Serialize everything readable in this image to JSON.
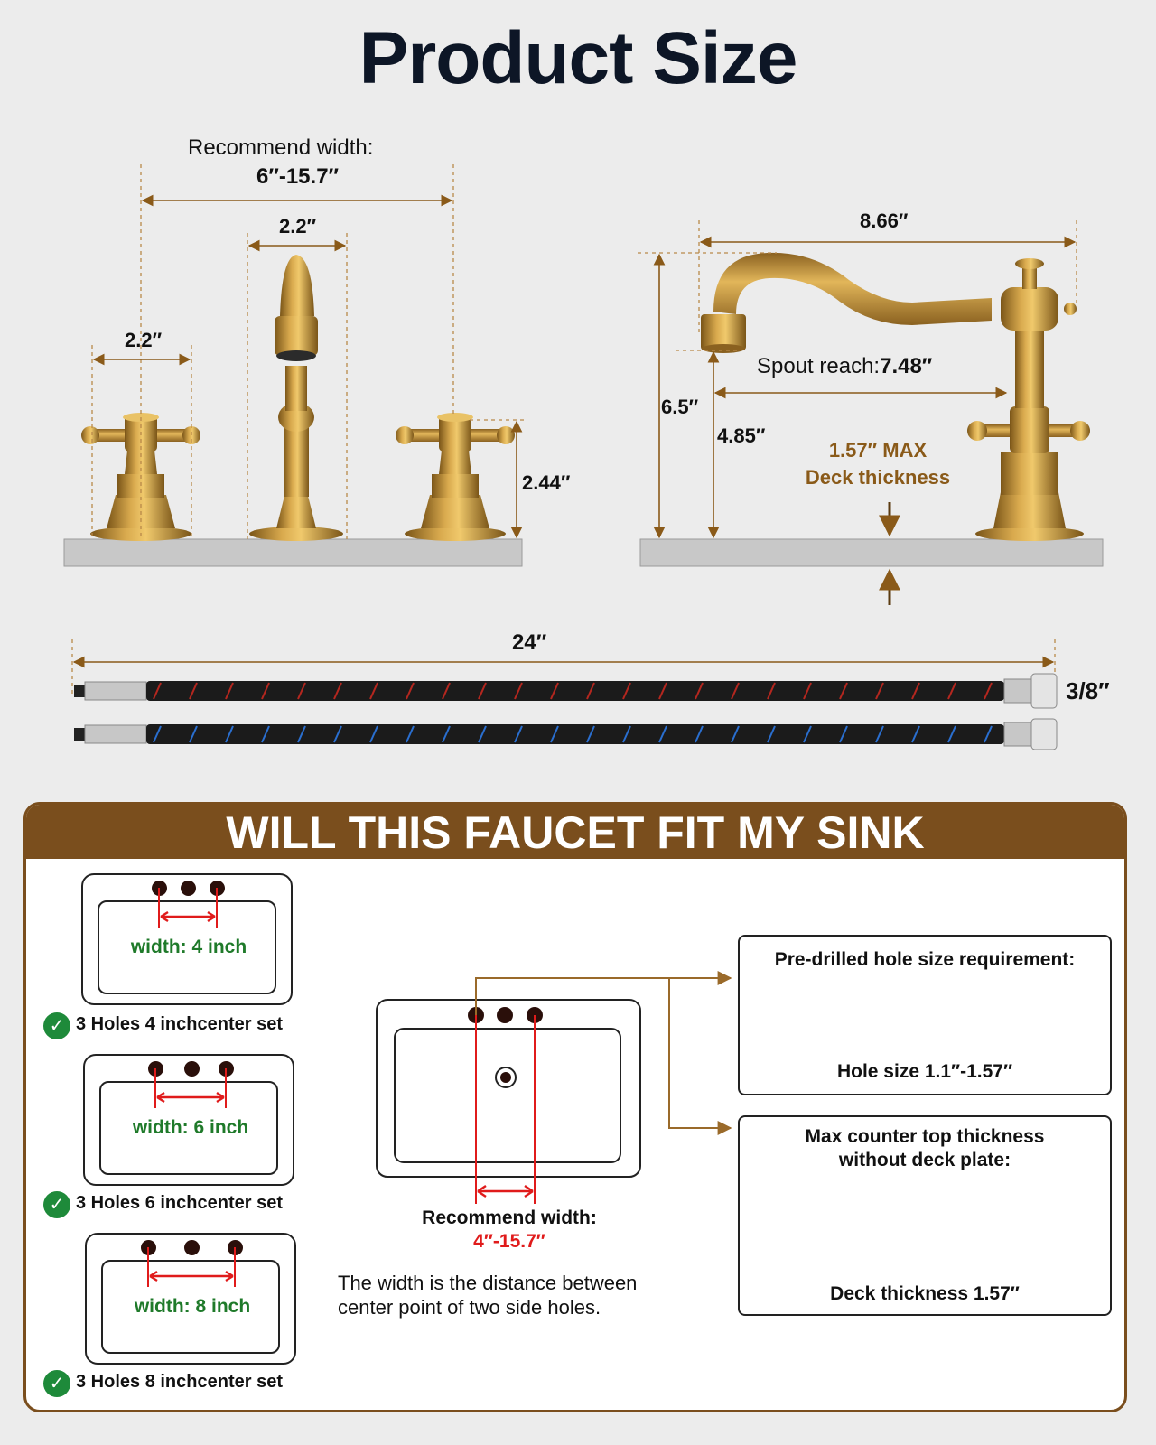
{
  "title": "Product Size",
  "front_view": {
    "recommend_label": "Recommend width:",
    "recommend_value": "6″-15.7″",
    "spout_width": "2.2″",
    "handle_width": "2.2″",
    "handle_height": "2.44″"
  },
  "side_view": {
    "overall_length": "8.66″",
    "height": "6.5″",
    "spout_height": "4.85″",
    "spout_reach_label": "Spout reach:",
    "spout_reach_value": "7.48″",
    "deck_max": "1.57″ MAX",
    "deck_label": "Deck thickness"
  },
  "hoses": {
    "length": "24″",
    "connector": "3/8″"
  },
  "fit": {
    "heading": "WILL THIS FAUCET FIT MY SINK",
    "options": [
      {
        "width": "width: 4 inch",
        "label": "3 Holes 4 inchcenter set"
      },
      {
        "width": "width: 6 inch",
        "label": "3 Holes 6 inchcenter set"
      },
      {
        "width": "width: 8 inch",
        "label": "3 Holes 8 inchcenter set"
      }
    ],
    "recommend_label": "Recommend width:",
    "recommend_value": "4″-15.7″",
    "note_line1": "The width is the distance between",
    "note_line2": "center point of two side holes.",
    "hole_req": {
      "title": "Pre-drilled hole size requirement:",
      "value": "Hole size 1.1″-1.57″"
    },
    "thick_req": {
      "title_line1": "Max counter top thickness",
      "title_line2": "without deck plate:",
      "value": "Deck thickness 1.57″"
    }
  },
  "colors": {
    "brass": "#b8862b",
    "brown": "#7a4e1d",
    "check_green": "#1e8a3a",
    "dim_red": "#e01b1b"
  }
}
